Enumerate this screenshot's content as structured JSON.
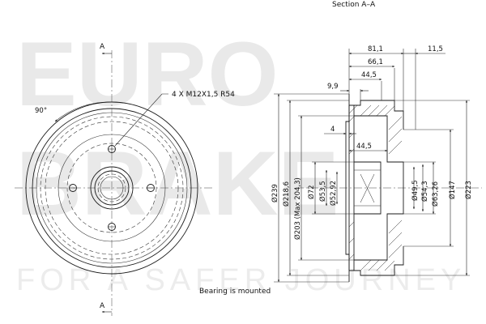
{
  "section_title": "Section  A–A",
  "section_marks": {
    "top": "A",
    "bottom": "A"
  },
  "angle_label": "90°",
  "bolt_callout": "4  X  M12X1,5     R54",
  "footnote": "Bearing  is  mounted",
  "watermark": {
    "line1": "EURO",
    "line2": "BRAKE",
    "line3": "FOR A SAFER JOURNEY"
  },
  "dimensions": {
    "top": [
      "81,1",
      "11,5",
      "66,1",
      "44,5",
      "9,9"
    ],
    "left": [
      "4",
      "44,5"
    ],
    "diameters_left": [
      "Ø239",
      "Ø218,6",
      "Ø203  (Max  204,3)",
      "Ø72",
      "Ø53,5",
      "Ø52,92"
    ],
    "diameters_right": [
      "Ø49,5",
      "Ø54,3",
      "Ø63,26",
      "Ø147",
      "Ø223"
    ]
  }
}
